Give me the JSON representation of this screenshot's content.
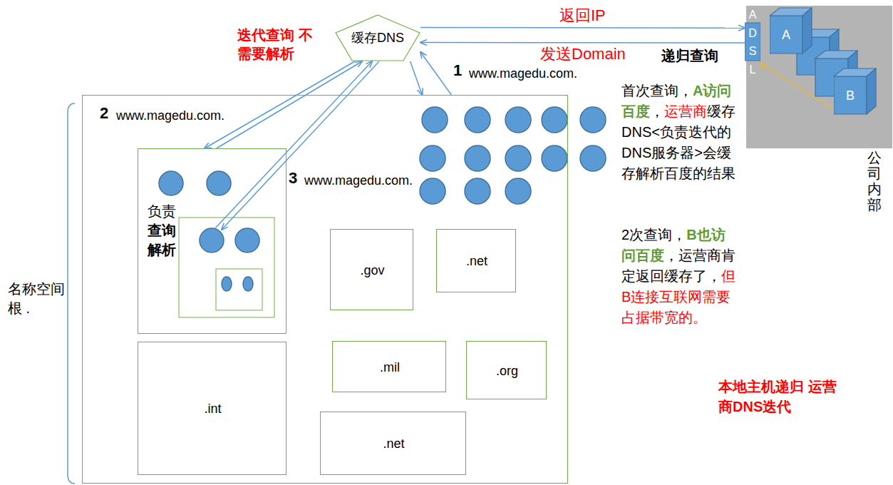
{
  "diagram": {
    "nodes": [
      {
        "text": [
          "缓存DNS"
        ]
      },
      {
        "text": [
          "公司内部"
        ]
      },
      {
        "text": [
          "ADSL"
        ],
        "in": 1
      },
      {
        "text": [
          "A"
        ],
        "in": 1
      },
      {
        "text": [
          "B"
        ],
        "in": 1
      },
      {
        "text": [
          "名称空间 根 ."
        ]
      },
      {
        "text": [
          "负责",
          "查询 解析"
        ],
        "in": 5
      },
      {
        "text": [
          ".gov"
        ],
        "in": 5
      },
      {
        "text": [
          ".net"
        ],
        "in": 5
      },
      {
        "text": [
          ".int"
        ],
        "in": 5
      },
      {
        "text": [
          ".mil"
        ],
        "in": 5
      },
      {
        "text": [
          ".org"
        ],
        "in": 5
      },
      {
        "text": [
          ".net"
        ],
        "in": 5
      }
    ],
    "edges": [
      {
        "from": 0,
        "to": 2,
        "arrow": "to",
        "label": "返回IP"
      },
      {
        "from": 2,
        "to": 0,
        "arrow": "to",
        "label": "发送Domain"
      },
      {
        "from": 4,
        "to": 2,
        "arrow": "to"
      },
      {
        "from": 0,
        "to": 5,
        "arrow": "to"
      },
      {
        "from": 5,
        "to": 0,
        "arrow": "to"
      },
      {
        "from": 0,
        "to": 6,
        "arrow": "to"
      },
      {
        "from": 6,
        "to": 0,
        "arrow": "to"
      }
    ],
    "labels": [
      "迭代查询 不需要解析",
      "递归查询",
      "1",
      "www.magedu.com.",
      "2",
      "www.magedu.com.",
      "3",
      "www.magedu.com.",
      "首次查询，",
      "A访问百度",
      "，",
      "运营商",
      "缓存DNS<负责迭代的DNS服务器>会缓存解析百度的结果",
      "2次查询，",
      "B也访问百度",
      "，运营商肯定返回缓存了，",
      "但B连接互联网需要占据带宽的。",
      "本地主机递归 运营商DNS迭代"
    ]
  }
}
